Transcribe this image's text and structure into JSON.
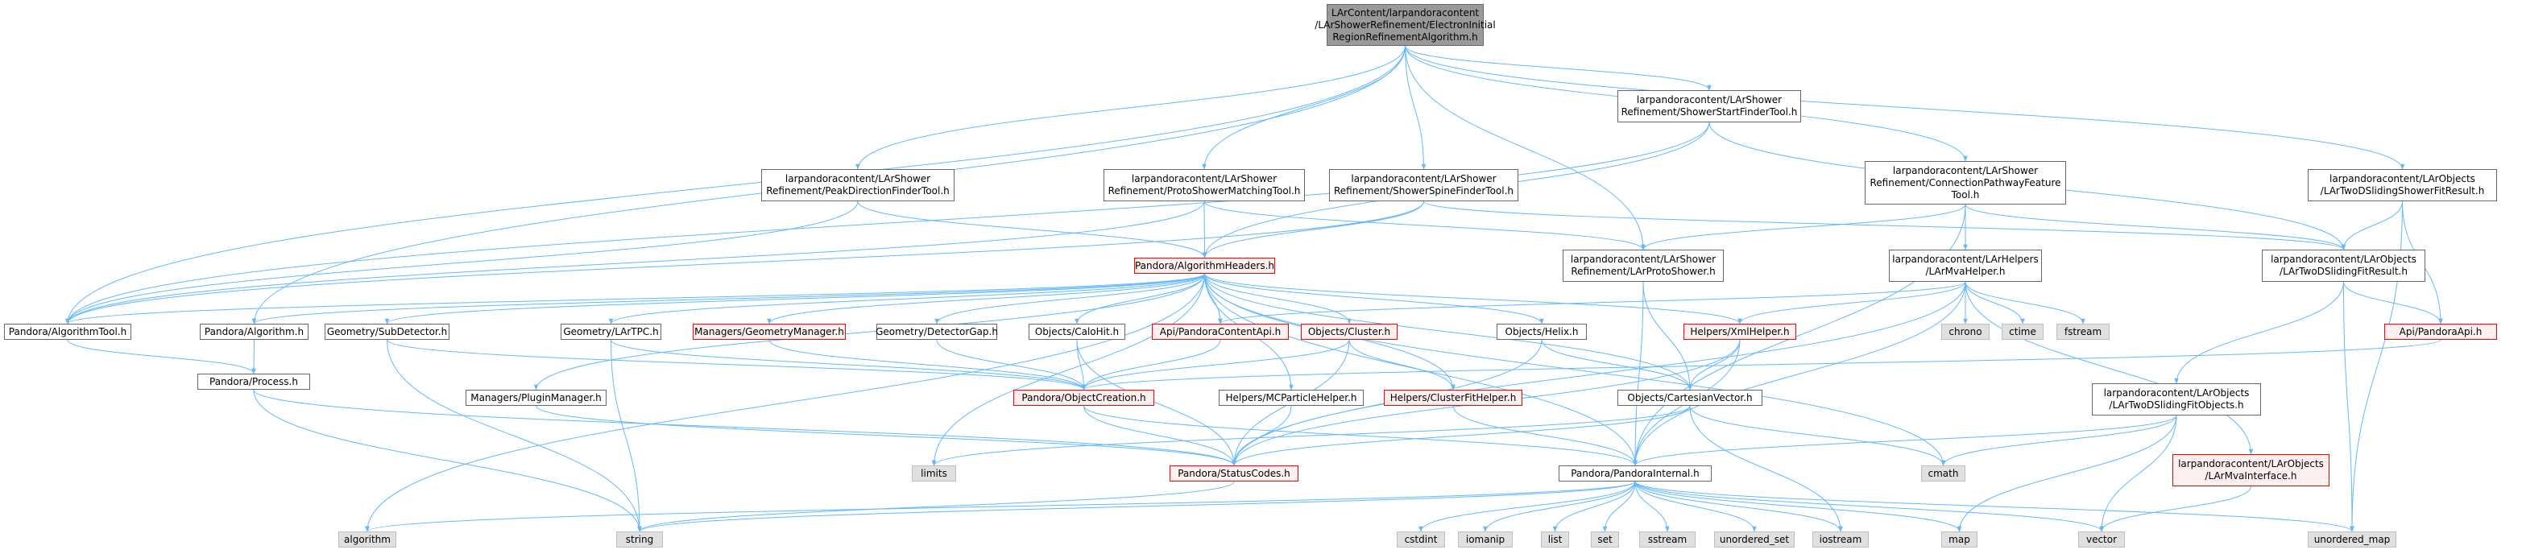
{
  "graph": {
    "colors": {
      "edge": "#63b8ff",
      "root_fill": "#999999",
      "node_border": "#666666",
      "red_border": "#ff0000",
      "red_fill": "#fff0f0",
      "sys_fill": "#e0e0e0"
    },
    "nodes": [
      {
        "id": "root",
        "label": "LArContent/larpandoracontent\n/LArShowerRefinement/ElectronInitial\nRegionRefinementAlgorithm.h",
        "kind": "root"
      },
      {
        "id": "showerstart",
        "label": "larpandoracontent/LArShower\nRefinement/ShowerStartFinderTool.h",
        "kind": "file"
      },
      {
        "id": "peakdir",
        "label": "larpandoracontent/LArShower\nRefinement/PeakDirectionFinderTool.h",
        "kind": "file"
      },
      {
        "id": "protomatch",
        "label": "larpandoracontent/LArShower\nRefinement/ProtoShowerMatchingTool.h",
        "kind": "file"
      },
      {
        "id": "spinefinder",
        "label": "larpandoracontent/LArShower\nRefinement/ShowerSpineFinderTool.h",
        "kind": "file"
      },
      {
        "id": "connpath",
        "label": "larpandoracontent/LArShower\nRefinement/ConnectionPathwayFeature\nTool.h",
        "kind": "file"
      },
      {
        "id": "twodshowerfit",
        "label": "larpandoracontent/LArObjects\n/LArTwoDSlidingShowerFitResult.h",
        "kind": "file"
      },
      {
        "id": "algheaders",
        "label": "Pandora/AlgorithmHeaders.h",
        "kind": "red"
      },
      {
        "id": "protoshower",
        "label": "larpandoracontent/LArShower\nRefinement/LArProtoShower.h",
        "kind": "file"
      },
      {
        "id": "mvahelper",
        "label": "larpandoracontent/LArHelpers\n/LArMvaHelper.h",
        "kind": "file"
      },
      {
        "id": "twodfit",
        "label": "larpandoracontent/LArObjects\n/LArTwoDSlidingFitResult.h",
        "kind": "file"
      },
      {
        "id": "algtool",
        "label": "Pandora/AlgorithmTool.h",
        "kind": "file"
      },
      {
        "id": "algorithm",
        "label": "Pandora/Algorithm.h",
        "kind": "file"
      },
      {
        "id": "subdetector",
        "label": "Geometry/SubDetector.h",
        "kind": "file"
      },
      {
        "id": "lartpc",
        "label": "Geometry/LArTPC.h",
        "kind": "file"
      },
      {
        "id": "geommgr",
        "label": "Managers/GeometryManager.h",
        "kind": "red"
      },
      {
        "id": "detgap",
        "label": "Geometry/DetectorGap.h",
        "kind": "file"
      },
      {
        "id": "calohit",
        "label": "Objects/CaloHit.h",
        "kind": "file"
      },
      {
        "id": "contentapi",
        "label": "Api/PandoraContentApi.h",
        "kind": "red"
      },
      {
        "id": "cluster",
        "label": "Objects/Cluster.h",
        "kind": "red"
      },
      {
        "id": "helix",
        "label": "Objects/Helix.h",
        "kind": "file"
      },
      {
        "id": "xmlhelper",
        "label": "Helpers/XmlHelper.h",
        "kind": "red"
      },
      {
        "id": "chrono",
        "label": "chrono",
        "kind": "sys"
      },
      {
        "id": "ctime",
        "label": "ctime",
        "kind": "sys"
      },
      {
        "id": "fstream",
        "label": "fstream",
        "kind": "sys"
      },
      {
        "id": "pandoraapi",
        "label": "Api/PandoraApi.h",
        "kind": "red"
      },
      {
        "id": "process",
        "label": "Pandora/Process.h",
        "kind": "file"
      },
      {
        "id": "pluginmgr",
        "label": "Managers/PluginManager.h",
        "kind": "file"
      },
      {
        "id": "objcreation",
        "label": "Pandora/ObjectCreation.h",
        "kind": "red"
      },
      {
        "id": "mcparticle",
        "label": "Helpers/MCParticleHelper.h",
        "kind": "file"
      },
      {
        "id": "clusterfit",
        "label": "Helpers/ClusterFitHelper.h",
        "kind": "red"
      },
      {
        "id": "cartesian",
        "label": "Objects/CartesianVector.h",
        "kind": "file"
      },
      {
        "id": "twodfitobj",
        "label": "larpandoracontent/LArObjects\n/LArTwoDSlidingFitObjects.h",
        "kind": "file"
      },
      {
        "id": "mvainterface",
        "label": "larpandoracontent/LArObjects\n/LArMvaInterface.h",
        "kind": "red"
      },
      {
        "id": "limits",
        "label": "limits",
        "kind": "sys"
      },
      {
        "id": "statuscodes",
        "label": "Pandora/StatusCodes.h",
        "kind": "red"
      },
      {
        "id": "pandorainternal",
        "label": "Pandora/PandoraInternal.h",
        "kind": "file"
      },
      {
        "id": "cmath",
        "label": "cmath",
        "kind": "sys"
      },
      {
        "id": "algorithmstd",
        "label": "algorithm",
        "kind": "sys"
      },
      {
        "id": "string",
        "label": "string",
        "kind": "sys"
      },
      {
        "id": "cstdint",
        "label": "cstdint",
        "kind": "sys"
      },
      {
        "id": "iomanip",
        "label": "iomanip",
        "kind": "sys"
      },
      {
        "id": "list",
        "label": "list",
        "kind": "sys"
      },
      {
        "id": "set",
        "label": "set",
        "kind": "sys"
      },
      {
        "id": "sstream",
        "label": "sstream",
        "kind": "sys"
      },
      {
        "id": "unordered_set",
        "label": "unordered_set",
        "kind": "sys"
      },
      {
        "id": "iostream",
        "label": "iostream",
        "kind": "sys"
      },
      {
        "id": "map",
        "label": "map",
        "kind": "sys"
      },
      {
        "id": "vector",
        "label": "vector",
        "kind": "sys"
      },
      {
        "id": "unordered_map",
        "label": "unordered_map",
        "kind": "sys"
      }
    ],
    "edges": [
      [
        "root",
        "showerstart"
      ],
      [
        "root",
        "peakdir"
      ],
      [
        "root",
        "protomatch"
      ],
      [
        "root",
        "spinefinder"
      ],
      [
        "root",
        "connpath"
      ],
      [
        "root",
        "twodshowerfit"
      ],
      [
        "root",
        "protoshower"
      ],
      [
        "root",
        "algtool"
      ],
      [
        "root",
        "algorithm"
      ],
      [
        "showerstart",
        "algheaders"
      ],
      [
        "showerstart",
        "algtool"
      ],
      [
        "showerstart",
        "twodfit"
      ],
      [
        "peakdir",
        "algheaders"
      ],
      [
        "peakdir",
        "algtool"
      ],
      [
        "protomatch",
        "algheaders"
      ],
      [
        "protomatch",
        "protoshower"
      ],
      [
        "protomatch",
        "algtool"
      ],
      [
        "spinefinder",
        "algheaders"
      ],
      [
        "spinefinder",
        "twodfit"
      ],
      [
        "spinefinder",
        "algtool"
      ],
      [
        "connpath",
        "protoshower"
      ],
      [
        "connpath",
        "mvahelper"
      ],
      [
        "connpath",
        "twodfit"
      ],
      [
        "connpath",
        "pandorainternal"
      ],
      [
        "twodshowerfit",
        "twodfit"
      ],
      [
        "twodshowerfit",
        "pandoraapi"
      ],
      [
        "twodshowerfit",
        "unordered_map"
      ],
      [
        "algheaders",
        "algtool"
      ],
      [
        "algheaders",
        "algorithm"
      ],
      [
        "algheaders",
        "subdetector"
      ],
      [
        "algheaders",
        "lartpc"
      ],
      [
        "algheaders",
        "geommgr"
      ],
      [
        "algheaders",
        "detgap"
      ],
      [
        "algheaders",
        "calohit"
      ],
      [
        "algheaders",
        "contentapi"
      ],
      [
        "algheaders",
        "cluster"
      ],
      [
        "algheaders",
        "helix"
      ],
      [
        "algheaders",
        "xmlhelper"
      ],
      [
        "algheaders",
        "pluginmgr"
      ],
      [
        "algheaders",
        "mcparticle"
      ],
      [
        "algheaders",
        "clusterfit"
      ],
      [
        "algheaders",
        "cartesian"
      ],
      [
        "algheaders",
        "pandorainternal"
      ],
      [
        "algheaders",
        "algorithmstd"
      ],
      [
        "algheaders",
        "limits"
      ],
      [
        "algheaders",
        "cmath"
      ],
      [
        "protoshower",
        "cartesian"
      ],
      [
        "protoshower",
        "pandorainternal"
      ],
      [
        "mvahelper",
        "chrono"
      ],
      [
        "mvahelper",
        "ctime"
      ],
      [
        "mvahelper",
        "fstream"
      ],
      [
        "mvahelper",
        "xmlhelper"
      ],
      [
        "mvahelper",
        "mvainterface"
      ],
      [
        "mvahelper",
        "statuscodes"
      ],
      [
        "mvahelper",
        "contentapi"
      ],
      [
        "mvahelper",
        "pandorainternal"
      ],
      [
        "twodfit",
        "pandoraapi"
      ],
      [
        "twodfit",
        "twodfitobj"
      ],
      [
        "twodfit",
        "unordered_map"
      ],
      [
        "algtool",
        "process"
      ],
      [
        "algorithm",
        "process"
      ],
      [
        "subdetector",
        "objcreation"
      ],
      [
        "subdetector",
        "string"
      ],
      [
        "lartpc",
        "objcreation"
      ],
      [
        "lartpc",
        "string"
      ],
      [
        "geommgr",
        "objcreation"
      ],
      [
        "detgap",
        "objcreation"
      ],
      [
        "calohit",
        "objcreation"
      ],
      [
        "calohit",
        "statuscodes"
      ],
      [
        "contentapi",
        "objcreation"
      ],
      [
        "cluster",
        "objcreation"
      ],
      [
        "cluster",
        "clusterfit"
      ],
      [
        "cluster",
        "statuscodes"
      ],
      [
        "helix",
        "cartesian"
      ],
      [
        "helix",
        "statuscodes"
      ],
      [
        "xmlhelper",
        "cartesian"
      ],
      [
        "xmlhelper",
        "statuscodes"
      ],
      [
        "xmlhelper",
        "pandorainternal"
      ],
      [
        "pandoraapi",
        "objcreation"
      ],
      [
        "process",
        "statuscodes"
      ],
      [
        "process",
        "string"
      ],
      [
        "pluginmgr",
        "statuscodes"
      ],
      [
        "objcreation",
        "statuscodes"
      ],
      [
        "objcreation",
        "pandorainternal"
      ],
      [
        "mcparticle",
        "statuscodes"
      ],
      [
        "clusterfit",
        "pandorainternal"
      ],
      [
        "cartesian",
        "statuscodes"
      ],
      [
        "cartesian",
        "cmath"
      ],
      [
        "cartesian",
        "iostream"
      ],
      [
        "cartesian",
        "limits"
      ],
      [
        "twodfitobj",
        "pandorainternal"
      ],
      [
        "twodfitobj",
        "cmath"
      ],
      [
        "twodfitobj",
        "map"
      ],
      [
        "twodfitobj",
        "vector"
      ],
      [
        "mvainterface",
        "vector"
      ],
      [
        "statuscodes",
        "string"
      ],
      [
        "pandorainternal",
        "algorithmstd"
      ],
      [
        "pandorainternal",
        "string"
      ],
      [
        "pandorainternal",
        "cstdint"
      ],
      [
        "pandorainternal",
        "iomanip"
      ],
      [
        "pandorainternal",
        "list"
      ],
      [
        "pandorainternal",
        "set"
      ],
      [
        "pandorainternal",
        "sstream"
      ],
      [
        "pandorainternal",
        "unordered_set"
      ],
      [
        "pandorainternal",
        "iostream"
      ],
      [
        "pandorainternal",
        "map"
      ],
      [
        "pandorainternal",
        "vector"
      ],
      [
        "pandorainternal",
        "unordered_map"
      ]
    ]
  }
}
